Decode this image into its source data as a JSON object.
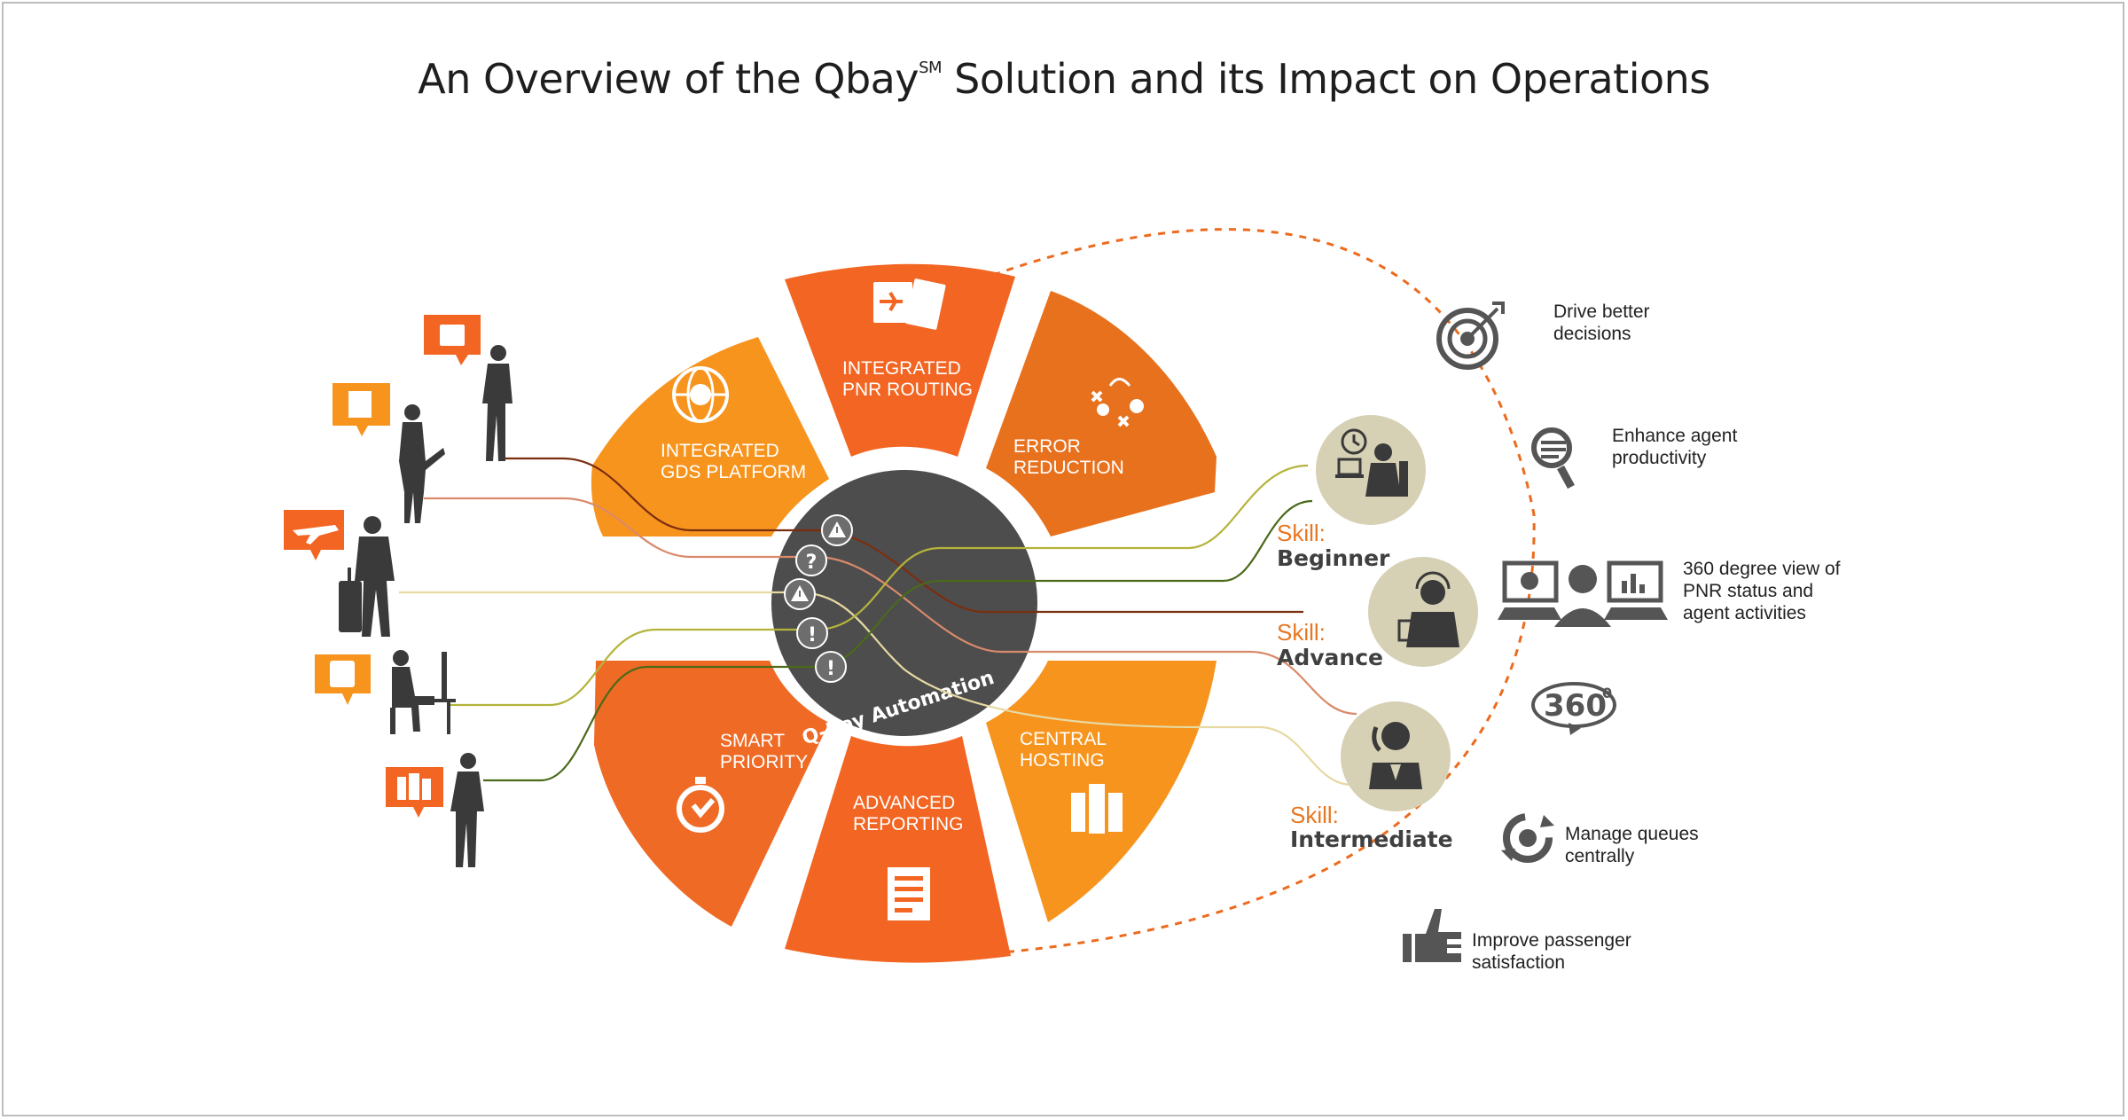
{
  "title": {
    "main": "An Overview of the Qbay",
    "superscript": "SM",
    "rest": " Solution and its Impact on Operations"
  },
  "hub": {
    "label": "Q-Bay Automation",
    "alerts": [
      "warning-icon",
      "question-icon",
      "warning-icon",
      "exclamation-icon",
      "exclamation-icon"
    ]
  },
  "segments": [
    {
      "id": "gds",
      "line1": "INTEGRATED",
      "line2": "GDS PLATFORM",
      "icon": "globe-icon",
      "color": "#f7941d"
    },
    {
      "id": "pnr",
      "line1": "INTEGRATED",
      "line2": "PNR ROUTING",
      "icon": "plane-ticket-icon",
      "color": "#f26522"
    },
    {
      "id": "error",
      "line1": "ERROR",
      "line2": "REDUCTION",
      "icon": "strategy-icon",
      "color": "#e8711e"
    },
    {
      "id": "priority",
      "line1": "SMART",
      "line2": "PRIORITY",
      "icon": "stopwatch-icon",
      "color": "#ef6a24"
    },
    {
      "id": "reporting",
      "line1": "ADVANCED",
      "line2": "REPORTING",
      "icon": "report-icon",
      "color": "#f26522"
    },
    {
      "id": "hosting",
      "line1": "CENTRAL",
      "line2": "HOSTING",
      "icon": "server-icon",
      "color": "#f7941d"
    }
  ],
  "travelers": [
    {
      "icon": "suitcase-icon",
      "person": "businessman-phone-icon"
    },
    {
      "icon": "document-icon",
      "person": "woman-laptop-icon"
    },
    {
      "icon": "airplane-icon",
      "person": "traveler-luggage-icon"
    },
    {
      "icon": "passport-icon",
      "person": "seated-desk-icon"
    },
    {
      "icon": "hotel-icon",
      "person": "businessman-call-icon"
    }
  ],
  "skills": [
    {
      "label": "Skill:",
      "level": "Beginner",
      "icon": "agent-clock-icon"
    },
    {
      "label": "Skill:",
      "level": "Advance",
      "icon": "agent-headset-icon"
    },
    {
      "label": "Skill:",
      "level": "Intermediate",
      "icon": "agent-phone-icon"
    }
  ],
  "impacts": [
    {
      "line1": "Drive better",
      "line2": "decisions",
      "line3": "",
      "icon": "target-icon"
    },
    {
      "line1": "Enhance agent",
      "line2": "productivity",
      "line3": "",
      "icon": "magnifier-icon"
    },
    {
      "line1": "360 degree view of",
      "line2": "PNR status and",
      "line3": "agent activities",
      "icon": "monitors-icon"
    },
    {
      "line1": "",
      "line2": "",
      "line3": "",
      "icon": "view-360-icon",
      "badge": "360",
      "degree": "0"
    },
    {
      "line1": "Manage queues",
      "line2": "centrally",
      "line3": "",
      "icon": "refresh-icon"
    },
    {
      "line1": "Improve passenger",
      "line2": "satisfaction",
      "line3": "",
      "icon": "thumbs-up-icon"
    }
  ],
  "colors": {
    "orange_light": "#f7941d",
    "orange": "#f26522",
    "orange_dark": "#e8711e",
    "hub": "#4d4d4d",
    "icon_gray": "#555555",
    "skill_circle": "#d6d0b4",
    "line_brown": "#7a2e10",
    "line_salmon": "#d98a6a",
    "line_beige": "#e6d9a2",
    "line_yellowgreen": "#b4b43c",
    "line_darkgreen": "#4a6a1a"
  }
}
